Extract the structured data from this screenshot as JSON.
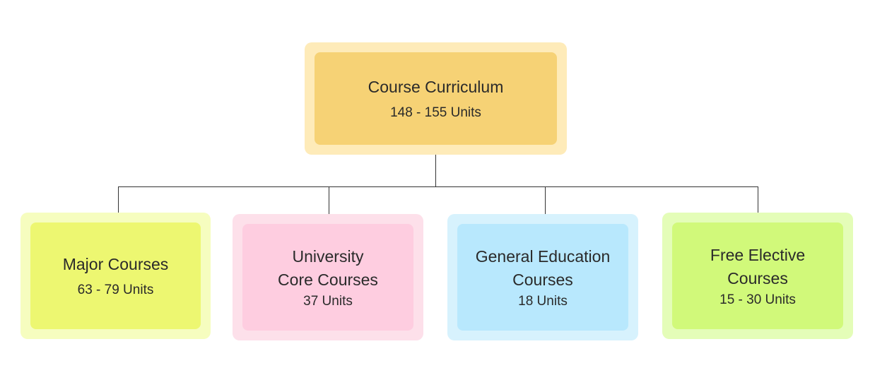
{
  "root": {
    "title": "Course Curriculum",
    "units": "148 - 155 Units",
    "outer_color": "#feebb9",
    "inner_color": "#f6d275"
  },
  "children": [
    {
      "title": "Major Courses",
      "units": "63 - 79 Units",
      "outer_color": "#f6fdbf",
      "inner_color": "#edf771"
    },
    {
      "title": "University\nCore Courses",
      "units": "37 Units",
      "outer_color": "#fde0ea",
      "inner_color": "#fecde0"
    },
    {
      "title": "General Education\nCourses",
      "units": "18 Units",
      "outer_color": "#d7f2fd",
      "inner_color": "#b8e8fd"
    },
    {
      "title": "Free Elective\nCourses",
      "units": "15 - 30 Units",
      "outer_color": "#e4fdb8",
      "inner_color": "#d1f97a"
    }
  ]
}
